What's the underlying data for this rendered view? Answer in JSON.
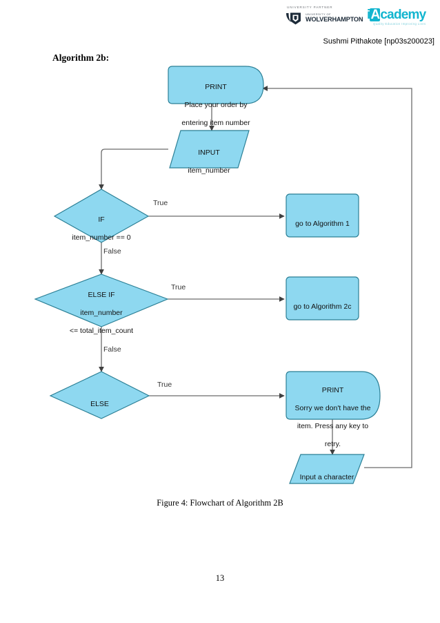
{
  "header": {
    "university_partner_label": "UNIVERSITY PARTNER",
    "university_of_label": "UNIVERSITY OF",
    "university_name": "WOLVERHAMPTON",
    "academy_prefix": "i",
    "academy_letter": "A",
    "academy_rest": "cademy",
    "academy_tagline": "Quality Education Improving Lives",
    "student": "Sushmi Pithakote [np03s200023]"
  },
  "document": {
    "title": "Algorithm 2b:",
    "caption": "Figure 4: Flowchart of Algorithm 2B",
    "page_number": "13"
  },
  "colors": {
    "node_fill": "#8ed8f0",
    "node_stroke": "#2b7f95",
    "connector": "#595959",
    "accent": "#12b5cf"
  },
  "flowchart": {
    "nodes": [
      {
        "id": "print-order",
        "shape": "rounded-terminal",
        "lines": [
          "PRINT",
          "Place your order by",
          "entering item number"
        ]
      },
      {
        "id": "input-item-number",
        "shape": "parallelogram",
        "lines": [
          "INPUT",
          "item_number"
        ]
      },
      {
        "id": "if-item-zero",
        "shape": "diamond",
        "lines": [
          "IF",
          "item_number == 0"
        ]
      },
      {
        "id": "goto-algorithm-1",
        "shape": "rounded-rect",
        "lines": [
          "go to Algorithm 1"
        ]
      },
      {
        "id": "elseif-item-count",
        "shape": "diamond",
        "lines": [
          "ELSE IF",
          "item_number",
          "<= total_item_count"
        ]
      },
      {
        "id": "goto-algorithm-2c",
        "shape": "rounded-rect",
        "lines": [
          "go to Algorithm 2c"
        ]
      },
      {
        "id": "else-branch",
        "shape": "diamond",
        "lines": [
          "ELSE"
        ]
      },
      {
        "id": "print-sorry",
        "shape": "rounded-terminal",
        "lines": [
          "PRINT",
          "Sorry we don't have the",
          "item. Press any key to",
          "retry."
        ]
      },
      {
        "id": "input-character",
        "shape": "parallelogram",
        "lines": [
          "Input a character"
        ]
      }
    ],
    "edge_labels": {
      "if_true": "True",
      "if_false": "False",
      "elseif_true": "True",
      "elseif_false": "False",
      "else_true": "True"
    }
  }
}
